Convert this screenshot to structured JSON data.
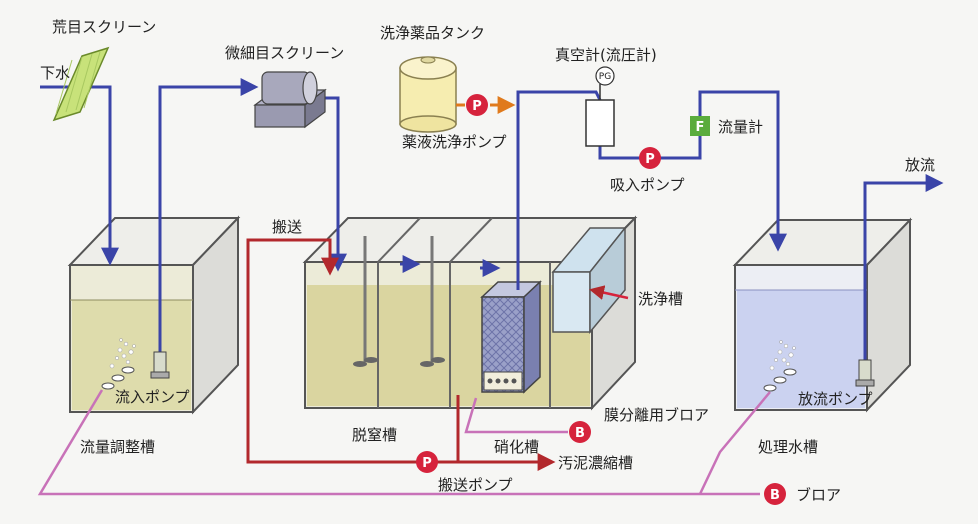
{
  "labels": {
    "coarse_screen": "荒目スクリーン",
    "sewage": "下水",
    "fine_screen": "微細目スクリーン",
    "chem_tank": "洗浄薬品タンク",
    "vacuum_gauge": "真空計(流圧計)",
    "chem_pump": "薬液洗浄ポンプ",
    "suction_pump": "吸入ポンプ",
    "flow_meter": "流量計",
    "discharge": "放流",
    "transfer": "搬送",
    "wash_tank": "洗浄槽",
    "inflow_pump": "流入ポンプ",
    "equalization_tank": "流量調整槽",
    "denitrification_tank": "脱窒槽",
    "membrane_blower": "膜分離用ブロア",
    "nitrification_tank": "硝化槽",
    "sludge_thickener": "汚泥濃縮槽",
    "transfer_pump": "搬送ポンプ",
    "treated_tank": "処理水槽",
    "discharge_pump": "放流ポンプ",
    "blower": "ブロア"
  },
  "badges": {
    "pump": "P",
    "blower": "B",
    "flow": "F",
    "gauge": "PG"
  },
  "colors": {
    "water_line": "#3a44a8",
    "air_line": "#c872b8",
    "sludge_line": "#b2282c",
    "chem_line": "#e07a1c",
    "pump_badge": "#d6233c",
    "flow_badge": "#5aac3c",
    "tank_water": "#dcd9a4",
    "treated_water": "#c8cef0"
  }
}
